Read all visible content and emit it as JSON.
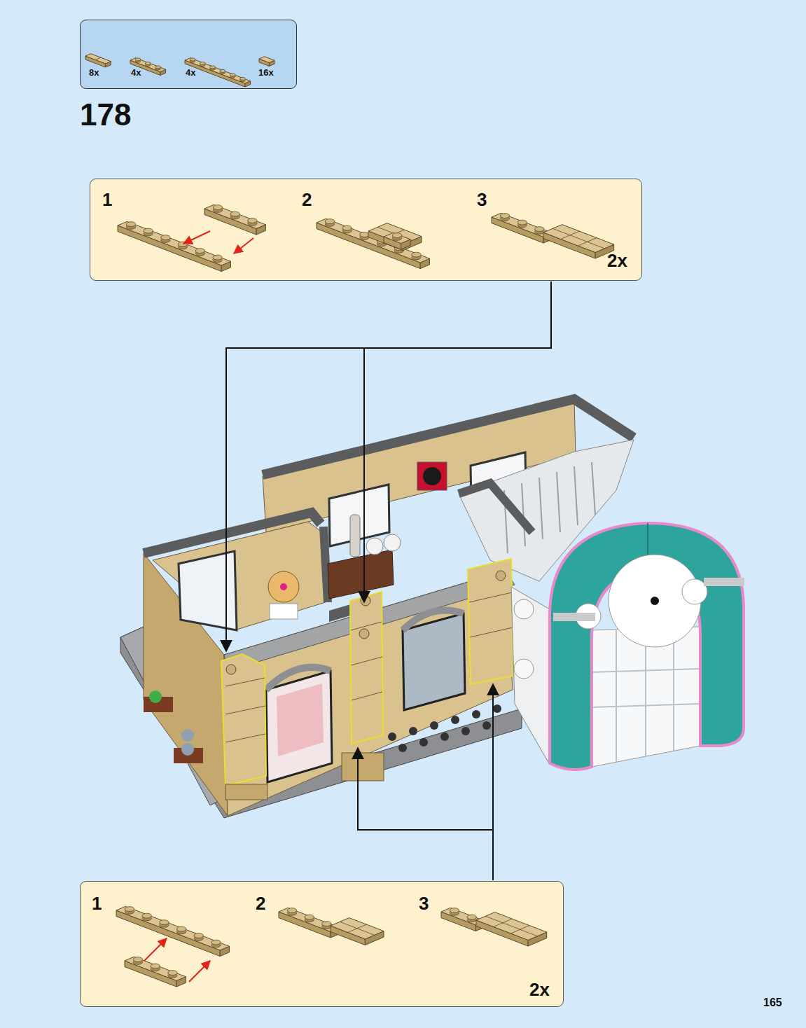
{
  "diagram": {
    "nodes": [
      {
        "text": [
          "8x",
          "4x",
          "4x",
          "16x"
        ]
      },
      {
        "text": [
          "1",
          "2",
          "3",
          "2x"
        ]
      },
      {
        "text": [
          "1",
          "2",
          "3",
          "2x"
        ]
      }
    ],
    "labels": [
      "178",
      "165"
    ]
  }
}
